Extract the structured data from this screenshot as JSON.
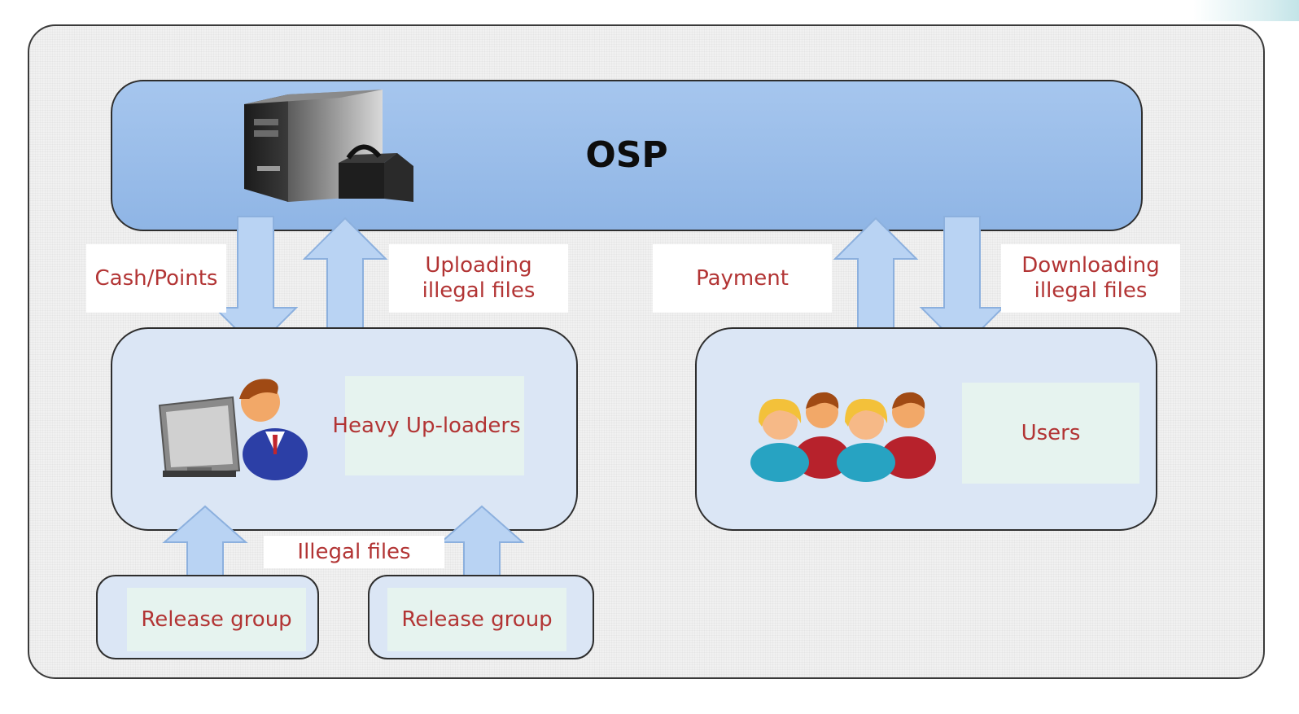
{
  "osp": {
    "title": "OSP"
  },
  "edges": {
    "cash_points": "Cash/Points",
    "uploading": [
      "Uploading",
      "illegal files"
    ],
    "payment": "Payment",
    "downloading": [
      "Downloading",
      "illegal files"
    ],
    "illegal_files": "Illegal files"
  },
  "nodes": {
    "heavy_uploaders": "Heavy Up-loaders",
    "users": "Users",
    "release_group_1": "Release group",
    "release_group_2": "Release group"
  },
  "icons": [
    "server-icon",
    "uploader-at-computer-icon",
    "users-group-icon",
    "arrow-up-icon",
    "arrow-down-icon"
  ],
  "colors": {
    "label_text": "#b23434",
    "osp_fill": "#9bbdea",
    "node_fill": "#dbe6f5",
    "arrow_fill": "#b9d3f3"
  }
}
